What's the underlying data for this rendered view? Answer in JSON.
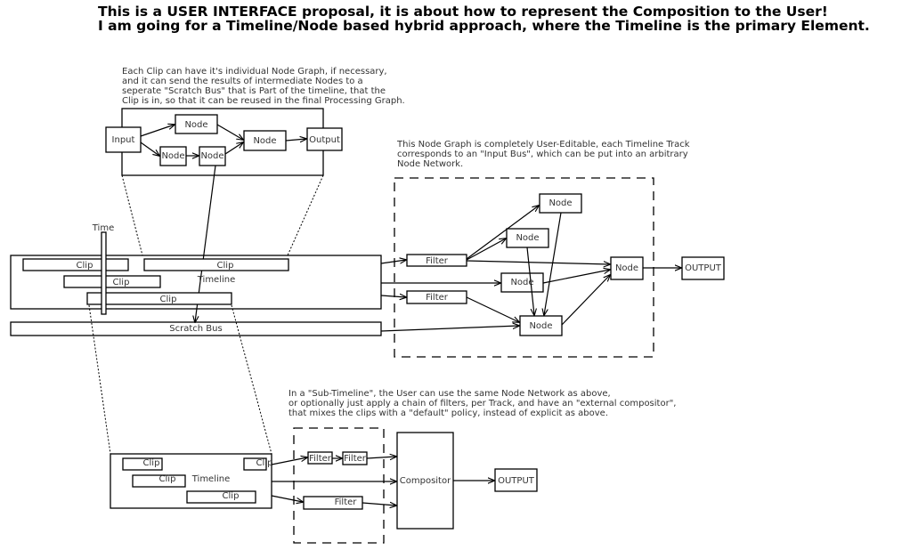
{
  "title": {
    "line1": "This is a USER INTERFACE proposal, it is about how to represent the Composition to the User!",
    "line2": "I am going for a Timeline/Node based hybrid approach, where the Timeline is the primary Element."
  },
  "notes": {
    "clip_graph": [
      "Each Clip can have it's individual Node Graph, if necessary,",
      "and it can send the results of intermediate Nodes to a",
      "seperate \"Scratch Bus\" that is Part of the timeline, that the",
      "Clip is in, so that it can be reused in the final Processing Graph."
    ],
    "node_graph": [
      "This Node Graph is completely User-Editable, each Timeline Track",
      "corresponds to an \"Input Bus\", which can be put into an arbitrary",
      "Node Network."
    ],
    "sub_timeline": [
      "In a \"Sub-Timeline\", the User can use the same Node Network as above,",
      "or optionally just apply a chain of filters, per Track, and have an \"external compositor\",",
      "that mixes the clips with a \"default\" policy, instead of explicit as above."
    ]
  },
  "clip_graph": {
    "input": "Input",
    "node_top": "Node",
    "node_a": "Node",
    "node_b": "Node",
    "node_mid": "Node",
    "output": "Output"
  },
  "timeline": {
    "time_label": "Time",
    "clip1": "Clip",
    "clip2": "Clip",
    "clip3": "Clip",
    "clip4": "Clip",
    "label": "Timeline",
    "scratch_bus": "Scratch Bus"
  },
  "node_graph": {
    "filter1": "Filter",
    "filter2": "Filter",
    "node_top": "Node",
    "node_upper": "Node",
    "node_mid": "Node",
    "node_low": "Node",
    "node_merge": "Node",
    "output": "OUTPUT"
  },
  "sub_timeline": {
    "clip1": "Clip",
    "clip2": "Clip",
    "clip3": "Clip",
    "clip_partial": "Clip",
    "label": "Timeline",
    "filter_a": "Filter",
    "filter_b": "Filter",
    "filter_c": "Filter",
    "compositor": "Compositor",
    "output": "OUTPUT"
  }
}
